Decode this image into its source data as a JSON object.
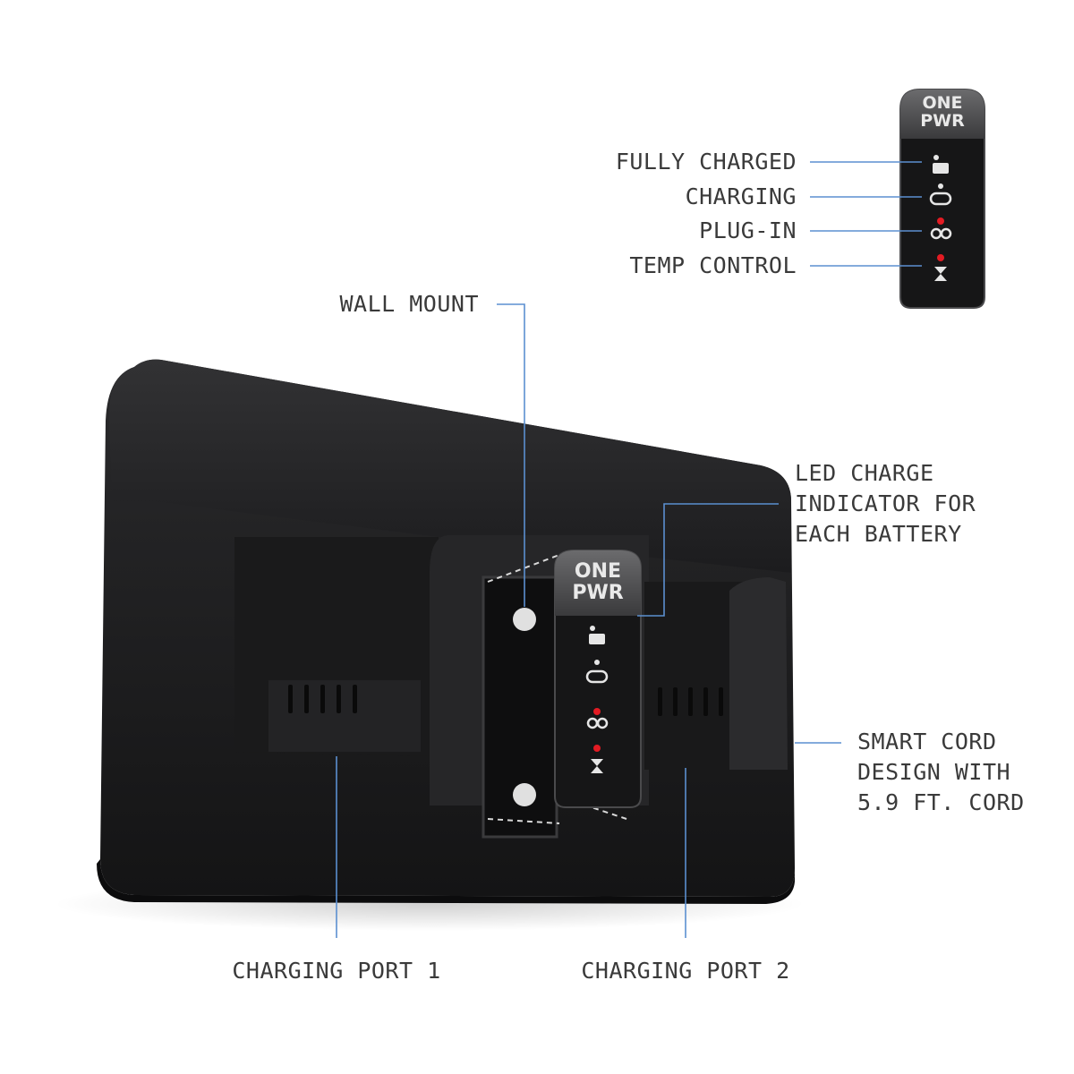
{
  "indicator_panel": {
    "brand_line1": "ONE",
    "brand_line2": "PWR",
    "callouts": [
      {
        "key": "fully_charged",
        "label": "FULLY CHARGED"
      },
      {
        "key": "charging",
        "label": "CHARGING"
      },
      {
        "key": "plug_in",
        "label": "PLUG-IN"
      },
      {
        "key": "temp_control",
        "label": "TEMP CONTROL"
      }
    ]
  },
  "callouts": {
    "wall_mount": "WALL MOUNT",
    "led_indicator": [
      "LED CHARGE",
      "INDICATOR FOR",
      "EACH BATTERY"
    ],
    "smart_cord": [
      "SMART CORD",
      "DESIGN WITH",
      "5.9 FT. CORD"
    ],
    "charging_port_1": "CHARGING PORT 1",
    "charging_port_2": "CHARGING PORT 2"
  },
  "device": {
    "brand_line1": "ONE",
    "brand_line2": "PWR"
  },
  "colors": {
    "leader_line": "#5b8fd0",
    "body": "#1f1f21",
    "led_red": "#e31b23",
    "label": "#3a3a3a"
  }
}
